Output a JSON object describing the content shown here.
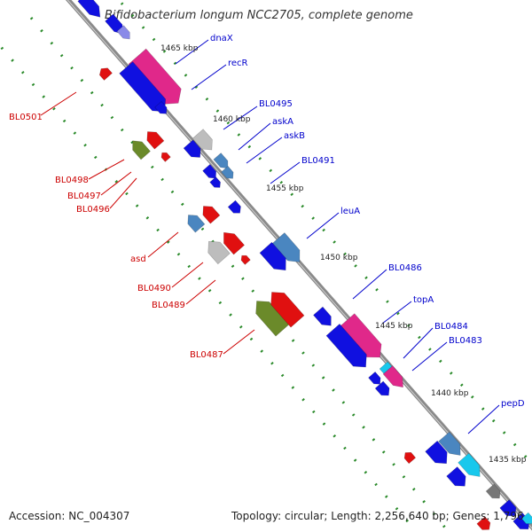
{
  "title": "Bifidobacterium longum NCC2705, complete genome",
  "footer": {
    "accession": "Accession: NC_004307",
    "summary": "Topology: circular; Length: 2,256,640 bp; Genes: 1,796"
  },
  "colors": {
    "forward_label": "#0000cc",
    "reverse_label": "#cc0000",
    "backbone": "#888888",
    "tick": "#2a8a2a"
  },
  "kbp_ticks": [
    "1465 kbp",
    "1460 kbp",
    "1455 kbp",
    "1450 kbp",
    "1445 kbp",
    "1440 kbp",
    "1435 kbp"
  ],
  "forward_labels": [
    "dnaX",
    "recR",
    "BL0495",
    "askA",
    "askB",
    "BL0491",
    "leuA",
    "BL0486",
    "topA",
    "BL0484",
    "BL0483",
    "pepD"
  ],
  "reverse_labels": [
    "BL0501",
    "BL0498",
    "BL0497",
    "BL0496",
    "asd",
    "BL0490",
    "BL0489",
    "BL0487"
  ]
}
